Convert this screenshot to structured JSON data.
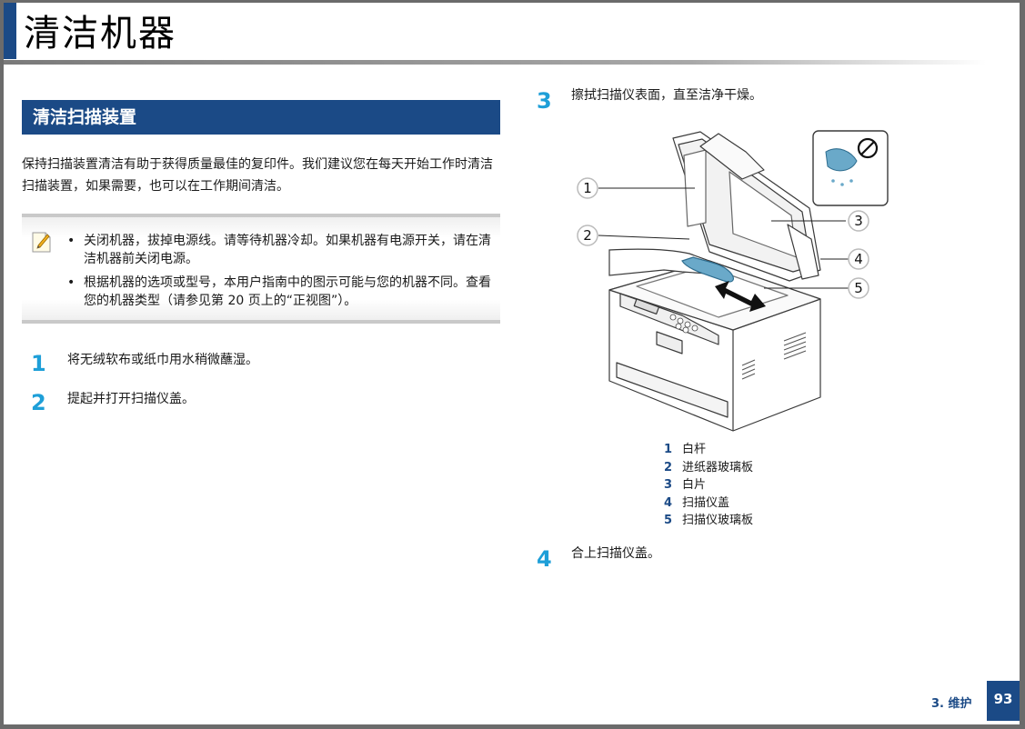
{
  "title": "清洁机器",
  "section": {
    "heading": "清洁扫描装置",
    "intro": "保持扫描装置清洁有助于获得质量最佳的复印件。我们建议您在每天开始工作时清洁扫描装置，如果需要，也可以在工作期间清洁。"
  },
  "note": {
    "items": [
      "关闭机器，拔掉电源线。请等待机器冷却。如果机器有电源开关，请在清洁机器前关闭电源。",
      "根据机器的选项或型号，本用户指南中的图示可能与您的机器不同。查看您的机器类型（请参见第 20 页上的“正视图”）。"
    ]
  },
  "steps": [
    {
      "num": "1",
      "text": "将无绒软布或纸巾用水稍微蘸湿。"
    },
    {
      "num": "2",
      "text": "提起并打开扫描仪盖。"
    },
    {
      "num": "3",
      "text": "擦拭扫描仪表面，直至洁净干燥。"
    },
    {
      "num": "4",
      "text": "合上扫描仪盖。"
    }
  ],
  "figure": {
    "callouts": [
      "1",
      "2",
      "3",
      "4",
      "5"
    ]
  },
  "legend": [
    {
      "num": "1",
      "label": "白杆"
    },
    {
      "num": "2",
      "label": "进纸器玻璃板"
    },
    {
      "num": "3",
      "label": "白片"
    },
    {
      "num": "4",
      "label": "扫描仪盖"
    },
    {
      "num": "5",
      "label": "扫描仪玻璃板"
    }
  ],
  "footer": {
    "chapter": "3. 维护",
    "page": "93"
  },
  "colors": {
    "brand_blue": "#1b4a86",
    "step_number": "#1e9fd8"
  }
}
